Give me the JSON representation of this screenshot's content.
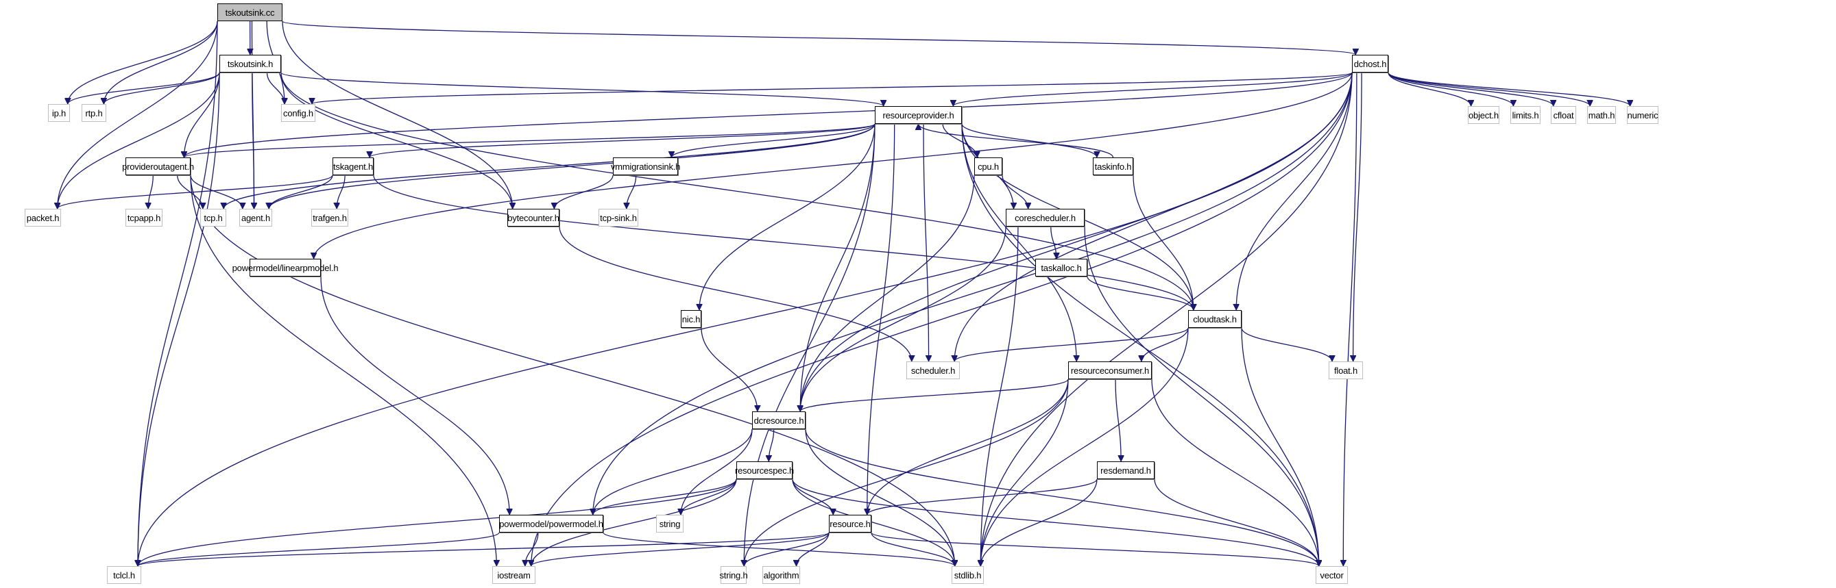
{
  "title": "tskoutsink.cc include dependency graph",
  "colors": {
    "edge": "#191970",
    "root_fill": "#bfbfbf",
    "doc_border": "#000000",
    "ext_border": "#bfbfbf"
  },
  "nodes": {
    "tskoutsink_cc": {
      "label": "tskoutsink.cc",
      "kind": "root"
    },
    "tskoutsink_h": {
      "label": "tskoutsink.h",
      "kind": "doc"
    },
    "ip_h": {
      "label": "ip.h",
      "kind": "ext"
    },
    "rtp_h": {
      "label": "rtp.h",
      "kind": "ext"
    },
    "config_h": {
      "label": "config.h",
      "kind": "ext"
    },
    "dchost_h": {
      "label": "dchost.h",
      "kind": "doc"
    },
    "resourceprovider_h": {
      "label": "resourceprovider.h",
      "kind": "doc"
    },
    "object_h": {
      "label": "object.h",
      "kind": "ext"
    },
    "limits_h": {
      "label": "limits.h",
      "kind": "ext"
    },
    "cfloat": {
      "label": "cfloat",
      "kind": "ext"
    },
    "math_h": {
      "label": "math.h",
      "kind": "ext"
    },
    "numeric": {
      "label": "numeric",
      "kind": "ext"
    },
    "provideroutagent_h": {
      "label": "provideroutagent.h",
      "kind": "doc"
    },
    "tskagent_h": {
      "label": "tskagent.h",
      "kind": "doc"
    },
    "vmmigrationsink_h": {
      "label": "vmmigrationsink.h",
      "kind": "doc"
    },
    "cpu_h": {
      "label": "cpu.h",
      "kind": "doc"
    },
    "taskinfo_h": {
      "label": "taskinfo.h",
      "kind": "doc"
    },
    "packet_h": {
      "label": "packet.h",
      "kind": "ext"
    },
    "tcpapp_h": {
      "label": "tcpapp.h",
      "kind": "ext"
    },
    "tcp_h": {
      "label": "tcp.h",
      "kind": "ext"
    },
    "agent_h": {
      "label": "agent.h",
      "kind": "ext"
    },
    "trafgen_h": {
      "label": "trafgen.h",
      "kind": "ext"
    },
    "bytecounter_h": {
      "label": "bytecounter.h",
      "kind": "doc"
    },
    "tcp_sink_h": {
      "label": "tcp-sink.h",
      "kind": "ext"
    },
    "corescheduler_h": {
      "label": "corescheduler.h",
      "kind": "doc"
    },
    "linearmodel_h": {
      "label": "powermodel/linearpmodel.h",
      "kind": "doc"
    },
    "taskalloc_h": {
      "label": "taskalloc.h",
      "kind": "doc"
    },
    "nic_h": {
      "label": "nic.h",
      "kind": "doc"
    },
    "cloudtask_h": {
      "label": "cloudtask.h",
      "kind": "doc"
    },
    "scheduler_h": {
      "label": "scheduler.h",
      "kind": "ext"
    },
    "float_h": {
      "label": "float.h",
      "kind": "ext"
    },
    "resourceconsumer_h": {
      "label": "resourceconsumer.h",
      "kind": "doc"
    },
    "dcresource_h": {
      "label": "dcresource.h",
      "kind": "doc"
    },
    "resourcespec_h": {
      "label": "resourcespec.h",
      "kind": "doc"
    },
    "resdemand_h": {
      "label": "resdemand.h",
      "kind": "doc"
    },
    "powermodel_h": {
      "label": "powermodel/powermodel.h",
      "kind": "doc"
    },
    "string": {
      "label": "string",
      "kind": "ext"
    },
    "resource_h": {
      "label": "resource.h",
      "kind": "doc"
    },
    "tclcl_h": {
      "label": "tclcl.h",
      "kind": "ext"
    },
    "iostream": {
      "label": "iostream",
      "kind": "ext"
    },
    "string_h": {
      "label": "string.h",
      "kind": "ext"
    },
    "algorithm": {
      "label": "algorithm",
      "kind": "ext"
    },
    "stdlib_h": {
      "label": "stdlib.h",
      "kind": "ext"
    },
    "vector": {
      "label": "vector",
      "kind": "ext"
    }
  },
  "edges": [
    [
      "tskoutsink_cc",
      "tskoutsink_h"
    ],
    [
      "tskoutsink_cc",
      "ip_h"
    ],
    [
      "tskoutsink_cc",
      "rtp_h"
    ],
    [
      "tskoutsink_cc",
      "config_h"
    ],
    [
      "tskoutsink_cc",
      "dchost_h"
    ],
    [
      "tskoutsink_cc",
      "packet_h"
    ],
    [
      "tskoutsink_cc",
      "agent_h"
    ],
    [
      "tskoutsink_cc",
      "bytecounter_h"
    ],
    [
      "tskoutsink_cc",
      "tclcl_h"
    ],
    [
      "tskoutsink_h",
      "ip_h"
    ],
    [
      "tskoutsink_h",
      "rtp_h"
    ],
    [
      "tskoutsink_h",
      "config_h"
    ],
    [
      "tskoutsink_h",
      "resourceprovider_h"
    ],
    [
      "tskoutsink_h",
      "provideroutagent_h"
    ],
    [
      "tskoutsink_h",
      "packet_h"
    ],
    [
      "tskoutsink_h",
      "agent_h"
    ],
    [
      "tskoutsink_h",
      "bytecounter_h"
    ],
    [
      "tskoutsink_h",
      "tclcl_h"
    ],
    [
      "tskoutsink_h",
      "cloudtask_h"
    ],
    [
      "dchost_h",
      "config_h"
    ],
    [
      "dchost_h",
      "resourceprovider_h"
    ],
    [
      "dchost_h",
      "object_h"
    ],
    [
      "dchost_h",
      "limits_h"
    ],
    [
      "dchost_h",
      "cfloat"
    ],
    [
      "dchost_h",
      "math_h"
    ],
    [
      "dchost_h",
      "numeric"
    ],
    [
      "dchost_h",
      "provideroutagent_h"
    ],
    [
      "dchost_h",
      "tclcl_h"
    ],
    [
      "dchost_h",
      "linearmodel_h"
    ],
    [
      "dchost_h",
      "powermodel_h"
    ],
    [
      "dchost_h",
      "cloudtask_h"
    ],
    [
      "dchost_h",
      "scheduler_h"
    ],
    [
      "dchost_h",
      "float_h"
    ],
    [
      "dchost_h",
      "dcresource_h"
    ],
    [
      "dchost_h",
      "iostream"
    ],
    [
      "dchost_h",
      "stdlib_h"
    ],
    [
      "dchost_h",
      "vector"
    ],
    [
      "resourceprovider_h",
      "provideroutagent_h"
    ],
    [
      "resourceprovider_h",
      "tskagent_h"
    ],
    [
      "resourceprovider_h",
      "vmmigrationsink_h"
    ],
    [
      "resourceprovider_h",
      "cpu_h"
    ],
    [
      "resourceprovider_h",
      "taskinfo_h"
    ],
    [
      "resourceprovider_h",
      "tcp_h"
    ],
    [
      "resourceprovider_h",
      "agent_h"
    ],
    [
      "resourceprovider_h",
      "corescheduler_h"
    ],
    [
      "resourceprovider_h",
      "nic_h"
    ],
    [
      "resourceprovider_h",
      "cloudtask_h"
    ],
    [
      "resourceprovider_h",
      "scheduler_h"
    ],
    [
      "resourceprovider_h",
      "resourceconsumer_h"
    ],
    [
      "resourceprovider_h",
      "dcresource_h"
    ],
    [
      "resourceprovider_h",
      "resource_h"
    ],
    [
      "resourceprovider_h",
      "string_h"
    ],
    [
      "resourceprovider_h",
      "vector"
    ],
    [
      "provideroutagent_h",
      "tcpapp_h"
    ],
    [
      "provideroutagent_h",
      "tcp_h"
    ],
    [
      "provideroutagent_h",
      "agent_h"
    ],
    [
      "provideroutagent_h",
      "iostream"
    ],
    [
      "provideroutagent_h",
      "stdlib_h"
    ],
    [
      "tskagent_h",
      "packet_h"
    ],
    [
      "tskagent_h",
      "agent_h"
    ],
    [
      "tskagent_h",
      "trafgen_h"
    ],
    [
      "tskagent_h",
      "cloudtask_h"
    ],
    [
      "vmmigrationsink_h",
      "bytecounter_h"
    ],
    [
      "vmmigrationsink_h",
      "tcp_sink_h"
    ],
    [
      "cpu_h",
      "corescheduler_h"
    ],
    [
      "cpu_h",
      "dcresource_h"
    ],
    [
      "taskinfo_h",
      "resourceprovider_h"
    ],
    [
      "taskinfo_h",
      "cloudtask_h"
    ],
    [
      "bytecounter_h",
      "scheduler_h"
    ],
    [
      "corescheduler_h",
      "taskalloc_h"
    ],
    [
      "corescheduler_h",
      "dcresource_h"
    ],
    [
      "corescheduler_h",
      "stdlib_h"
    ],
    [
      "corescheduler_h",
      "vector"
    ],
    [
      "linearmodel_h",
      "powermodel_h"
    ],
    [
      "taskalloc_h",
      "cloudtask_h"
    ],
    [
      "nic_h",
      "dcresource_h"
    ],
    [
      "cloudtask_h",
      "scheduler_h"
    ],
    [
      "cloudtask_h",
      "resourceconsumer_h"
    ],
    [
      "cloudtask_h",
      "float_h"
    ],
    [
      "cloudtask_h",
      "stdlib_h"
    ],
    [
      "cloudtask_h",
      "vector"
    ],
    [
      "resourceconsumer_h",
      "dcresource_h"
    ],
    [
      "resourceconsumer_h",
      "resdemand_h"
    ],
    [
      "resourceconsumer_h",
      "resource_h"
    ],
    [
      "resourceconsumer_h",
      "string_h"
    ],
    [
      "resourceconsumer_h",
      "stdlib_h"
    ],
    [
      "resourceconsumer_h",
      "vector"
    ],
    [
      "dcresource_h",
      "resourcespec_h"
    ],
    [
      "dcresource_h",
      "powermodel_h"
    ],
    [
      "dcresource_h",
      "string"
    ],
    [
      "dcresource_h",
      "stdlib_h"
    ],
    [
      "dcresource_h",
      "vector"
    ],
    [
      "resourcespec_h",
      "powermodel_h"
    ],
    [
      "resourcespec_h",
      "string"
    ],
    [
      "resourcespec_h",
      "resource_h"
    ],
    [
      "resourcespec_h",
      "tclcl_h"
    ],
    [
      "resourcespec_h",
      "iostream"
    ],
    [
      "resourcespec_h",
      "stdlib_h"
    ],
    [
      "resourcespec_h",
      "vector"
    ],
    [
      "resdemand_h",
      "resource_h"
    ],
    [
      "resdemand_h",
      "stdlib_h"
    ],
    [
      "resdemand_h",
      "vector"
    ],
    [
      "powermodel_h",
      "tclcl_h"
    ],
    [
      "powermodel_h",
      "iostream"
    ],
    [
      "powermodel_h",
      "stdlib_h"
    ],
    [
      "resource_h",
      "tclcl_h"
    ],
    [
      "resource_h",
      "iostream"
    ],
    [
      "resource_h",
      "string_h"
    ],
    [
      "resource_h",
      "algorithm"
    ],
    [
      "resource_h",
      "stdlib_h"
    ],
    [
      "resource_h",
      "vector"
    ]
  ]
}
